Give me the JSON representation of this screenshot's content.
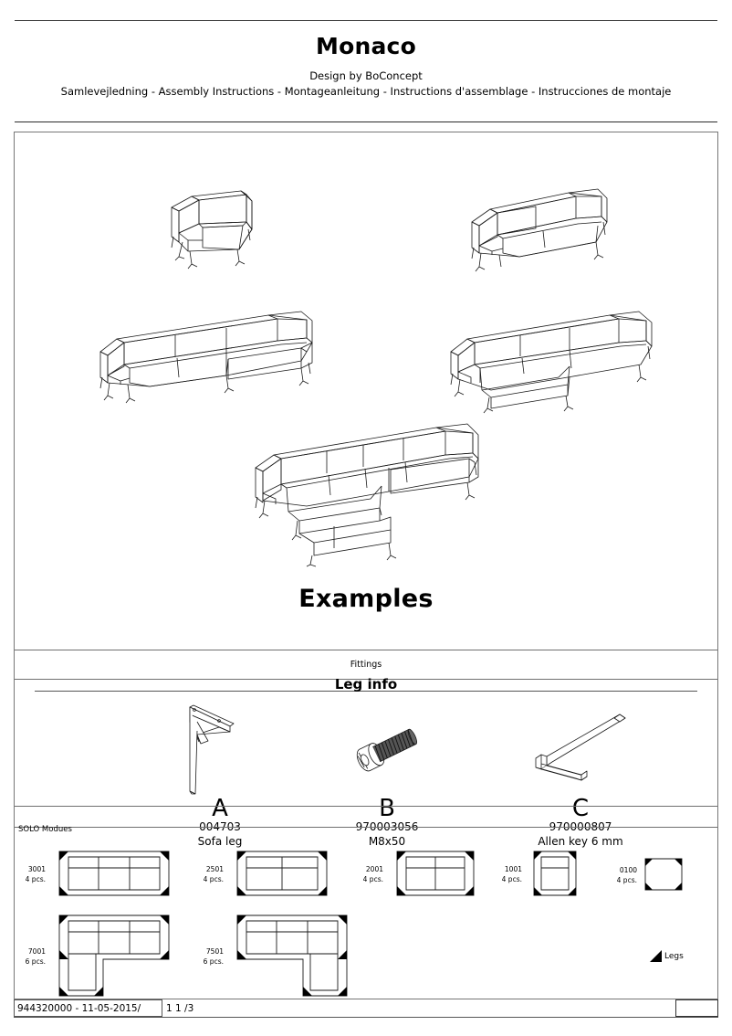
{
  "header": {
    "title": "Monaco",
    "designer": "Design by BoConcept",
    "languages": "Samlevejledning - Assembly Instructions - Montageanleitung - Instructions d'assemblage - Instrucciones de montaje"
  },
  "examples": {
    "caption": "Examples",
    "illustrations": [
      {
        "name": "armchair",
        "desc": "1-seat armchair, 3/4 perspective line drawing"
      },
      {
        "name": "two-seater-sofa",
        "desc": "2-seat sofa, 3/4 perspective line drawing"
      },
      {
        "name": "chaise-sectional-right",
        "desc": "3-seat sofa with right chaise"
      },
      {
        "name": "chaise-sectional-left",
        "desc": "3-seat sofa with left chaise"
      },
      {
        "name": "u-shaped-sectional",
        "desc": "U-shaped sectional with chaise both ends"
      }
    ]
  },
  "fittings": {
    "section_label": "Fittings",
    "items": [
      {
        "letter": "A",
        "code": "004703",
        "desc": "Sofa leg",
        "icon": "sofa-leg-icon"
      },
      {
        "letter": "B",
        "code": "970003056",
        "desc": "M8x50",
        "icon": "bolt-icon"
      },
      {
        "letter": "C",
        "code": "970000807",
        "desc": "Allen key 6 mm",
        "icon": "allen-key-icon"
      }
    ]
  },
  "leg_info": {
    "title": "Leg info",
    "group_label": "SOLO Modues",
    "legend": {
      "label": "Legs",
      "marker": "corner-triangle-icon"
    },
    "modules": [
      {
        "code": "3001",
        "qty": "4 pcs.",
        "shape": "sofa-3seat",
        "seats": 3,
        "legs": 4
      },
      {
        "code": "2501",
        "qty": "4 pcs.",
        "shape": "sofa-2seat-wide",
        "seats": 2,
        "legs": 4
      },
      {
        "code": "2001",
        "qty": "4 pcs.",
        "shape": "sofa-2seat",
        "seats": 2,
        "legs": 4
      },
      {
        "code": "1001",
        "qty": "4 pcs.",
        "shape": "sofa-1seat",
        "seats": 1,
        "legs": 4
      },
      {
        "code": "0100",
        "qty": "4 pcs.",
        "shape": "pouf-square",
        "seats": 0,
        "legs": 4
      },
      {
        "code": "7001",
        "qty": "6 pcs.",
        "shape": "chaise-left",
        "seats": 3,
        "legs": 6
      },
      {
        "code": "7501",
        "qty": "6 pcs.",
        "shape": "chaise-right",
        "seats": 3,
        "legs": 6
      }
    ]
  },
  "footer": {
    "doc_id": "944320000 - 11-05-2015/",
    "page": "1 1  /3"
  }
}
